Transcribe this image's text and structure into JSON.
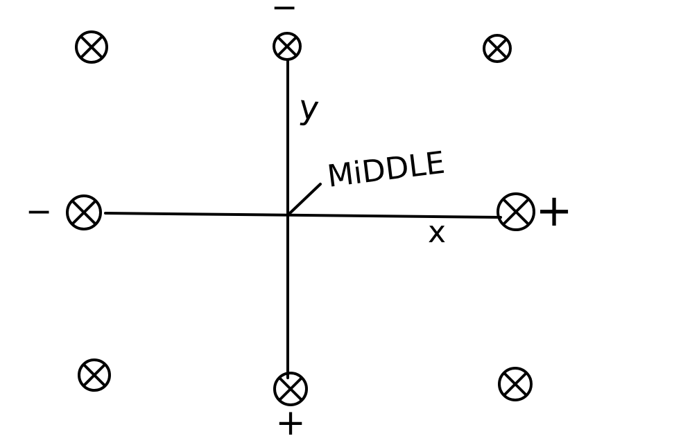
{
  "colors": {
    "background": "#ffffff",
    "ink": "#000000"
  },
  "axes": {
    "x_label": "x",
    "y_label": "y",
    "x_neg_sign": "−",
    "x_pos_sign": "+",
    "y_top_sign": "−",
    "y_bottom_sign": "+"
  },
  "center_label": "MiDDLE",
  "markers": [
    {
      "id": "top-left",
      "icon": "circle-x-icon"
    },
    {
      "id": "top-center",
      "icon": "circle-x-icon"
    },
    {
      "id": "top-right",
      "icon": "circle-x-icon"
    },
    {
      "id": "middle-left",
      "icon": "circle-x-icon"
    },
    {
      "id": "middle-right",
      "icon": "circle-x-icon"
    },
    {
      "id": "bottom-left",
      "icon": "circle-x-icon"
    },
    {
      "id": "bottom-center",
      "icon": "circle-x-icon"
    },
    {
      "id": "bottom-right",
      "icon": "circle-x-icon"
    }
  ]
}
